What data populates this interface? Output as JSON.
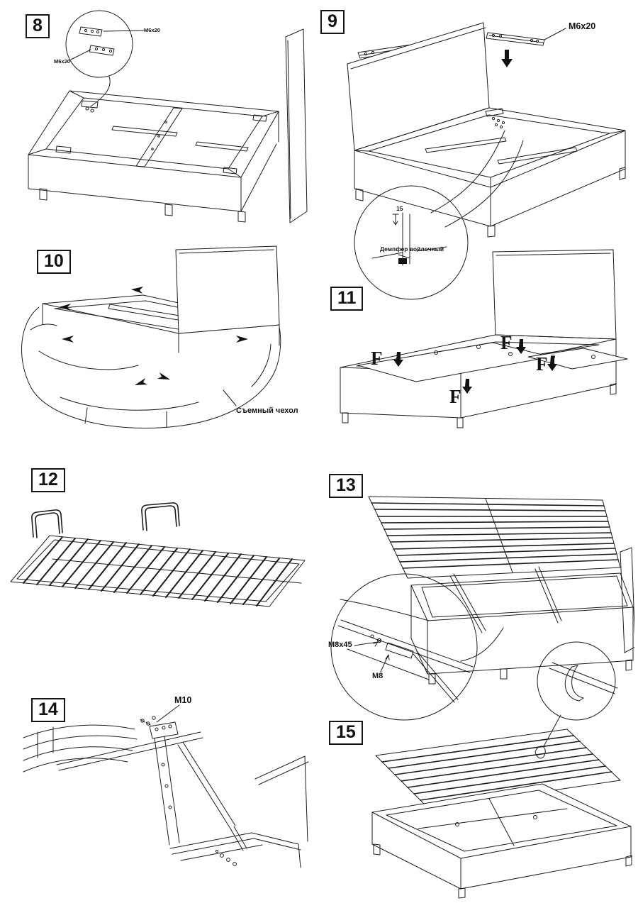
{
  "steps": {
    "s8": {
      "number": "8",
      "labels": {
        "m6x20_a": "М6х20",
        "m6x20_b": "М6х20"
      }
    },
    "s9": {
      "number": "9",
      "labels": {
        "m6x20": "M6x20",
        "dim15": "15",
        "damper": "Демпфер войлочный"
      }
    },
    "s10": {
      "number": "10",
      "labels": {
        "cover": "Съемный чехол"
      }
    },
    "s11": {
      "number": "11",
      "labels": {
        "f": "F"
      }
    },
    "s12": {
      "number": "12"
    },
    "s13": {
      "number": "13",
      "labels": {
        "m8x45": "M8x45",
        "m8": "M8"
      }
    },
    "s14": {
      "number": "14",
      "labels": {
        "m10": "M10"
      }
    },
    "s15": {
      "number": "15"
    }
  }
}
